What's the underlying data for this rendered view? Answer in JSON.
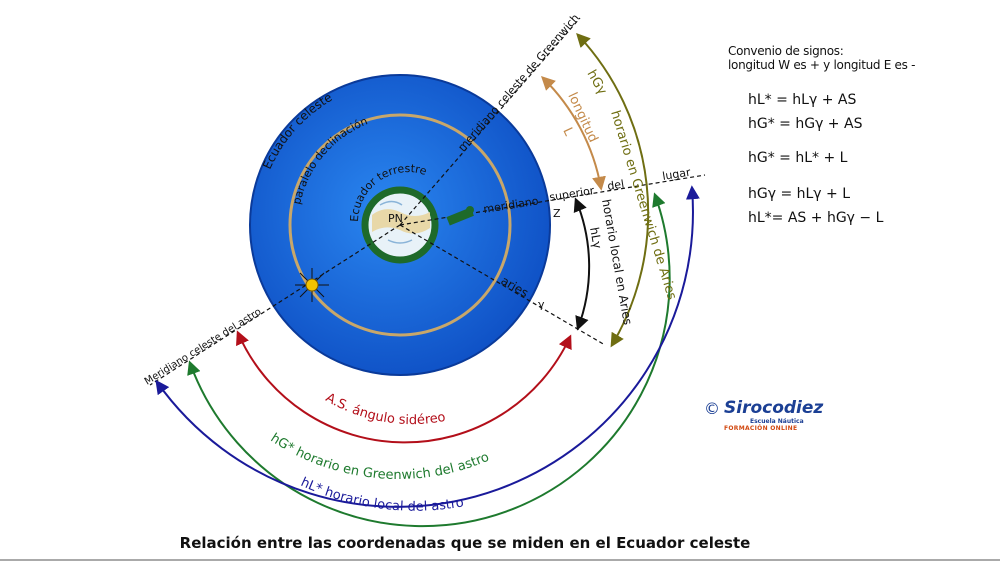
{
  "labels": {
    "ecuador_celeste": "Ecuador celeste",
    "paralelo_declinacion": "paralelo declinación",
    "ecuador_terrestre": "Ecuador terrestre",
    "pn": "PN",
    "meridiano_greenwich": "meridiano celeste de Greenwich",
    "longitud": "longitud",
    "l": "L",
    "hg_aries_short": "hGγ",
    "horario_greenwich_aries": "horario en Greenwich de Aries",
    "meridiano_superior": "meridiano",
    "superior": "superior",
    "del": "del",
    "lugar": "lugar",
    "z": "Z",
    "hl_aries_short": "hLγ",
    "horario_local_aries": "horario local en Aries",
    "aries": "aries",
    "gamma": "γ",
    "meridiano_astro": "Meridiano celeste del astro",
    "as_label": "A.S.  ángulo sidéreo",
    "hg_astro": "hG*  horario en Greenwich del astro",
    "hl_astro": "hL*  horario local del astro"
  },
  "convention": {
    "title": "Convenio de signos:",
    "subtitle": "longitud W es + y longitud E es -"
  },
  "formulas": [
    "hL* = hLγ + AS",
    "hG* = hGγ + AS",
    "hG* = hL* + L",
    "hGγ = hLγ + L",
    "hL*= AS + hGγ − L"
  ],
  "caption": "Relación entre las coordenadas que se miden en el Ecuador celeste",
  "logo": {
    "copyright": "©",
    "name": "Sirocodiez",
    "sub1": "Escuela Náutica",
    "sub2": "FORMACIÓN ONLINE"
  },
  "colors": {
    "celestial_sphere": "#1f6fe0",
    "declination_ring": "#c8a76a",
    "earth_ring": "#1e6a2a",
    "as_arc": "#b30f1a",
    "hg_astro_arc": "#1e7a2e",
    "hl_astro_arc": "#1a1a9a",
    "hg_aries_arc": "#6f6e12",
    "longitud_arc": "#c48a4a",
    "hl_aries_arc": "#111111"
  }
}
